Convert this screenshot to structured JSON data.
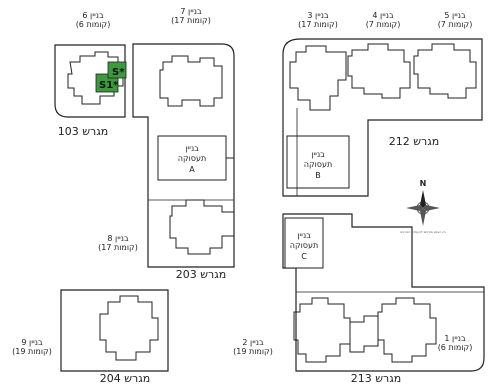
{
  "buildings": {
    "b6": {
      "name": "בניין 6",
      "floors": "(6 קומות)"
    },
    "b7": {
      "name": "בניין 7",
      "floors": "(17 קומות)"
    },
    "b3": {
      "name": "בניין 3",
      "floors": "(17 קומות)"
    },
    "b4": {
      "name": "בניין 4",
      "floors": "(7 קומות)"
    },
    "b5": {
      "name": "בניין 5",
      "floors": "(7 קומות)"
    },
    "b8": {
      "name": "בניין 8",
      "floors": "(17 קומות)"
    },
    "b9": {
      "name": "בניין 9",
      "floors": "(19 קומות)"
    },
    "b2": {
      "name": "בניין 2",
      "floors": "(19 קומות)"
    },
    "b1": {
      "name": "בניין 1",
      "floors": "(6 קומות)"
    }
  },
  "employment": {
    "A": {
      "line1": "בניין",
      "line2": "תעסוקה",
      "code": "A"
    },
    "B": {
      "line1": "בניין",
      "line2": "תעסוקה",
      "code": "B"
    },
    "C": {
      "line1": "בניין",
      "line2": "תעסוקה",
      "code": "C"
    }
  },
  "plots": {
    "p103": "מגרש 103",
    "p203": "מגרש 203",
    "p212": "מגרש 212",
    "p204": "מגרש 204",
    "p213": "מגרש 213"
  },
  "units": {
    "s1": "S1*",
    "s2": "S*"
  },
  "compass": {
    "north": "N",
    "note": "חץ הצפון מתייחס להעמדת הבניינים"
  },
  "colors": {
    "unit_fill": "#3b9a3b",
    "lines": "#222222"
  }
}
